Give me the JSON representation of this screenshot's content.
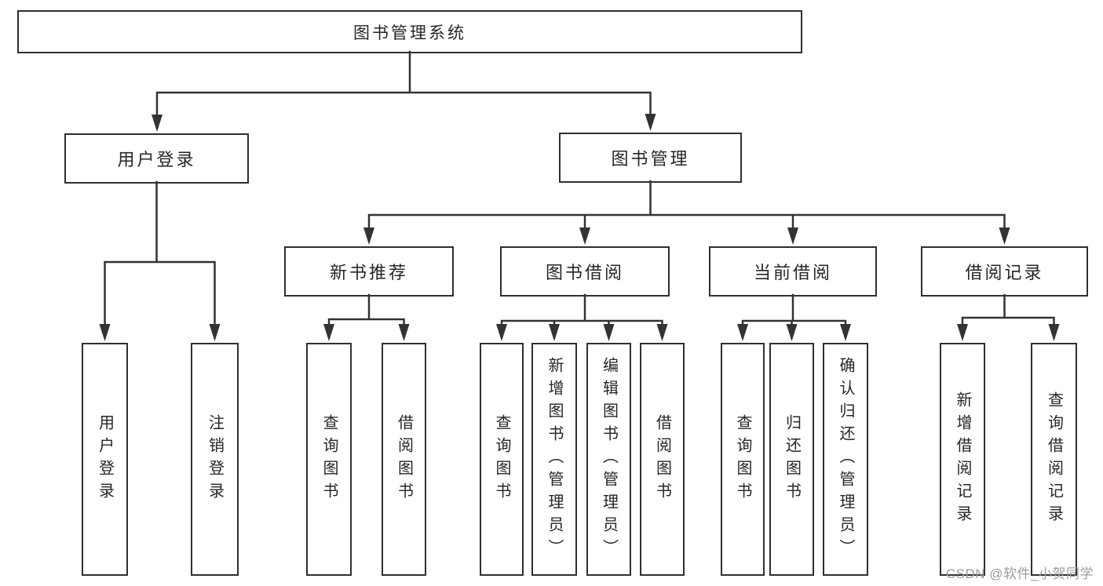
{
  "colors": {
    "line": "#333333",
    "box_border": "#2f2f2f",
    "text": "#262626",
    "background": "#ffffff",
    "watermark": "#9c9c9c"
  },
  "tree": {
    "label": "图书管理系统",
    "children": [
      {
        "label": "用户登录",
        "children": [
          {
            "label": "用户登录"
          },
          {
            "label": "注销登录"
          }
        ]
      },
      {
        "label": "图书管理",
        "children": [
          {
            "label": "新书推荐",
            "children": [
              {
                "label": "查询图书"
              },
              {
                "label": "借阅图书"
              }
            ]
          },
          {
            "label": "图书借阅",
            "children": [
              {
                "label": "查询图书"
              },
              {
                "label": "新增图书（管理员）"
              },
              {
                "label": "编辑图书（管理员）"
              },
              {
                "label": "借阅图书"
              }
            ]
          },
          {
            "label": "当前借阅",
            "children": [
              {
                "label": "查询图书"
              },
              {
                "label": "归还图书"
              },
              {
                "label": "确认归还（管理员）"
              }
            ]
          },
          {
            "label": "借阅记录",
            "children": [
              {
                "label": "新增借阅记录"
              },
              {
                "label": "查询借阅记录"
              }
            ]
          }
        ]
      }
    ]
  },
  "watermark": {
    "text": "CSDN @软件_小贺同学"
  }
}
